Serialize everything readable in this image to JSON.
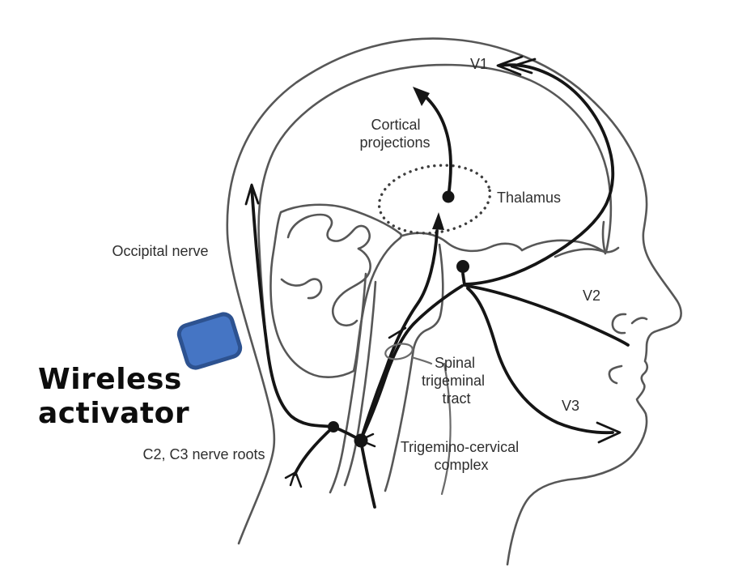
{
  "figure": {
    "labels": {
      "v1": "V1",
      "cortical_line1": "Cortical",
      "cortical_line2": "projections",
      "thalamus": "Thalamus",
      "occipital_nerve": "Occipital nerve",
      "spinal_line1": "Spinal",
      "spinal_line2": "trigeminal",
      "spinal_line3": "tract",
      "v2": "V2",
      "v3": "V3",
      "c2_c3_roots": "C2, C3 nerve roots",
      "tcc_line1": "Trigemino-cervical",
      "tcc_line2": "complex"
    },
    "annotation": {
      "line1": "Wireless",
      "line2": "activator"
    },
    "colors": {
      "background": "#ffffff",
      "line_art": "#151515",
      "outline_gray": "#575757",
      "label_text": "#2e2e2e",
      "device_fill": "#4575c4",
      "device_border": "#2d5290"
    }
  }
}
